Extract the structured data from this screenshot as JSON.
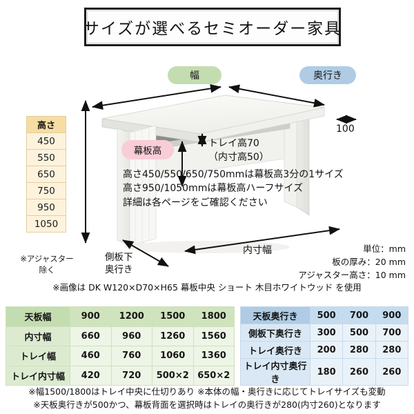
{
  "title": "サイズが選べるセミオーダー家具",
  "pills": {
    "width": "幅",
    "depth": "奥行き",
    "apron_height": "幕板高"
  },
  "height_table": {
    "header": "高さ",
    "values": [
      "450",
      "550",
      "650",
      "750",
      "950",
      "1050"
    ],
    "note": "※アジャスター\n除く"
  },
  "diagram": {
    "tray_label_line1": "トレイ高70",
    "tray_label_line2": "（内寸高50）",
    "depth_100": "100",
    "inner_width_label": "内寸幅",
    "side_under_line1": "側板下",
    "side_under_line2": "奥行き"
  },
  "notes": {
    "line1": "高さ450/550/650/750mmは幕板高3分の1サイズ",
    "line2": "高さ950/1050mmは幕板高ハーフサイズ",
    "line3": "詳細は各ページをご確認ください"
  },
  "right_notes": {
    "line1": "単位：mm",
    "line2": "板の厚み：20 mm",
    "line3": "アジャスター高さ：10 mm"
  },
  "caption": "※画像は DK W120×D70×H65 幕板中央 ショート 木目ホワイトウッド を使用",
  "spec_width_table": {
    "rows": [
      {
        "name": "天板幅",
        "values": [
          "900",
          "1200",
          "1500",
          "1800"
        ]
      },
      {
        "name": "内寸幅",
        "values": [
          "660",
          "960",
          "1260",
          "1560"
        ]
      },
      {
        "name": "トレイ幅",
        "values": [
          "460",
          "760",
          "1060",
          "1360"
        ]
      },
      {
        "name": "トレイ内寸幅",
        "values": [
          "420",
          "720",
          "500×2",
          "650×2"
        ]
      }
    ]
  },
  "spec_depth_table": {
    "rows": [
      {
        "name": "天板奥行き",
        "values": [
          "500",
          "700",
          "900"
        ]
      },
      {
        "name": "側板下奥行き",
        "values": [
          "300",
          "500",
          "700"
        ]
      },
      {
        "name": "トレイ奥行き",
        "values": [
          "200",
          "280",
          "280"
        ]
      },
      {
        "name": "トレイ内寸奥行き",
        "values": [
          "180",
          "260",
          "260"
        ]
      }
    ]
  },
  "bottom_notes": {
    "line1": "※幅1500/1800はトレイ中央に仕切りあり ※本体の幅・奥行きに応じてトレイサイズも変動",
    "line2": "※天板奥行きが500かつ、幕板背面を選択時はトレイの奥行きが280(内寸260)となります"
  },
  "colors": {
    "green": "#c3ddb0",
    "blue": "#afcce4",
    "pink": "#f8cdd8",
    "cream": "#f6dda2"
  }
}
